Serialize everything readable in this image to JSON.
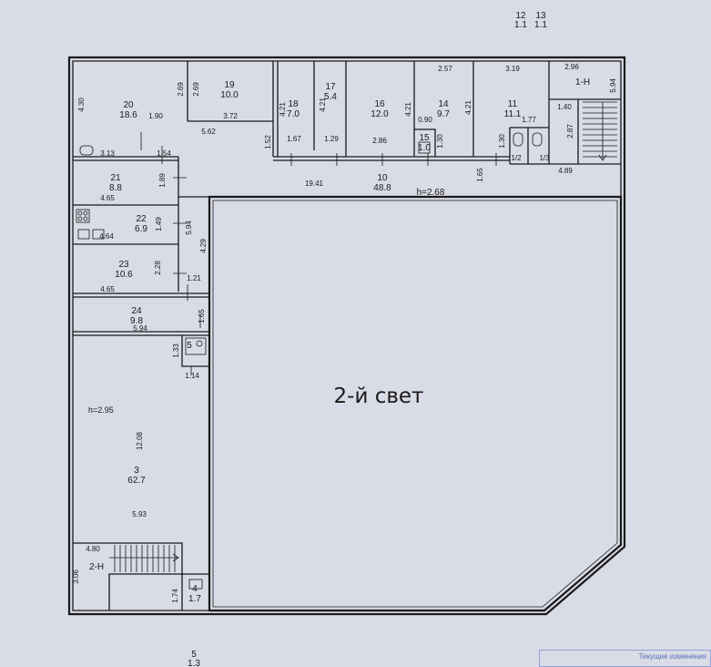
{
  "plan": {
    "void_label": "2-й свет",
    "ceiling_corridor": "h=2.68",
    "ceiling_hall": "h=2.95",
    "top_labels": {
      "r12": "12",
      "a12": "1.1",
      "r13": "13",
      "a13": "1.1"
    },
    "bottom_labels": {
      "r5": "5",
      "a5": "1.3"
    },
    "stamp": "Текущие изменения",
    "rooms": [
      {
        "n": "20",
        "area": "18.6"
      },
      {
        "n": "19",
        "area": "10.0"
      },
      {
        "n": "18",
        "area": "7.0"
      },
      {
        "n": "17",
        "area": "5.4"
      },
      {
        "n": "16",
        "area": "12.0"
      },
      {
        "n": "14",
        "area": "9.7"
      },
      {
        "n": "15",
        "area": "1.0"
      },
      {
        "n": "11",
        "area": "11.1"
      },
      {
        "n": "1-Н",
        "area": ""
      },
      {
        "n": "10",
        "area": "48.8"
      },
      {
        "n": "21",
        "area": "8.8"
      },
      {
        "n": "22",
        "area": "6.9"
      },
      {
        "n": "23",
        "area": "10.6"
      },
      {
        "n": "24",
        "area": "9.8"
      },
      {
        "n": "5",
        "area": ""
      },
      {
        "n": "3",
        "area": "62.7"
      },
      {
        "n": "2-Н",
        "area": ""
      },
      {
        "n": "4",
        "area": "1.7"
      }
    ],
    "dims": [
      "4.30",
      "2.69",
      "2.69",
      "1.90",
      "3.72",
      "5.62",
      "3.13",
      "1.54",
      "4.21",
      "4.21",
      "1.52",
      "1.67",
      "1.29",
      "2.86",
      "4.21",
      "2.57",
      "0.90",
      "1.30",
      "4.21",
      "3.19",
      "1.30",
      "1.77",
      "2.96",
      "5.94",
      "1.40",
      "2.87",
      "4.89",
      "1.65",
      "19.41",
      "1.89",
      "4.65",
      "1.49",
      "4.64",
      "5.94",
      "4.29",
      "2.28",
      "4.65",
      "1.21",
      "1.65",
      "5.94",
      "1.33",
      "1.14",
      "12.08",
      "5.93",
      "4.80",
      "3.06",
      "1.74",
      "1/2",
      "1/3"
    ]
  }
}
